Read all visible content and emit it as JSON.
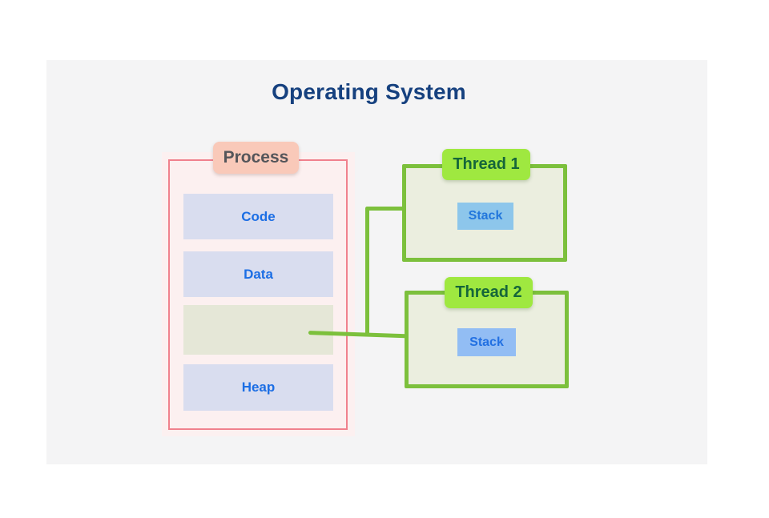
{
  "title": "Operating System",
  "process": {
    "label": "Process",
    "segments": [
      {
        "name": "code",
        "label": "Code"
      },
      {
        "name": "data",
        "label": "Data"
      },
      {
        "name": "empty",
        "label": ""
      },
      {
        "name": "heap",
        "label": "Heap"
      }
    ]
  },
  "threads": [
    {
      "label": "Thread 1",
      "stack_label": "Stack"
    },
    {
      "label": "Thread 2",
      "stack_label": "Stack"
    }
  ],
  "colors": {
    "canvas_background": "#f4f4f5",
    "title_text": "#16417f",
    "process_fill": "#fcf0f0",
    "process_border": "#f0818d",
    "process_label_background": "#f9c9b9",
    "process_label_text": "#54555a",
    "segment_fill": "#d9ddef",
    "segment_empty_fill": "#e5e7d7",
    "segment_text": "#1c6ee4",
    "thread_border": "#7cc03c",
    "thread_fill": "#ebeedf",
    "thread_label_background": "#9fe840",
    "thread_label_text": "#15663a",
    "stack1_fill": "#8dc6eb",
    "stack2_fill": "#92bdf4",
    "stack_text": "#2277dc",
    "connector": "#7cc03c"
  }
}
